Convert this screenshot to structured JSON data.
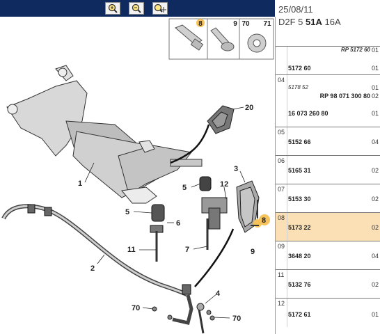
{
  "toolbar": {
    "bg": "#0f2a5e",
    "buttons": [
      {
        "name": "zoom-in-icon"
      },
      {
        "name": "zoom-out-icon"
      },
      {
        "name": "zoom-move-icon"
      }
    ]
  },
  "header": {
    "date": "25/08/11",
    "model_prefix": "D2F  5 ",
    "model_bold": "51A",
    "model_suffix": " 16A"
  },
  "thumbnails": [
    {
      "label": "8",
      "highlight": true
    },
    {
      "label": "9",
      "highlight": false
    },
    {
      "label": "70",
      "highlight": false
    },
    {
      "label": "71",
      "highlight": false
    }
  ],
  "callouts": [
    "20",
    "1",
    "3",
    "12",
    "5",
    "5",
    "6",
    "7",
    "8",
    "9",
    "11",
    "2",
    "4",
    "70",
    "70"
  ],
  "parts": [
    {
      "idx": "",
      "note": "RP 5172 60",
      "note_qty": "01",
      "ref": "5172 60",
      "qty": "01"
    },
    {
      "idx": "04",
      "alt": "5178 52",
      "alt_qty": "01",
      "alt2": "RP 98 071 300 80",
      "alt2_qty": "02",
      "ref": "16 073 260 80",
      "qty": "01"
    },
    {
      "idx": "05",
      "ref": "5152 66",
      "qty": "04"
    },
    {
      "idx": "06",
      "ref": "5165 31",
      "qty": "02"
    },
    {
      "idx": "07",
      "ref": "5153 30",
      "qty": "02"
    },
    {
      "idx": "08",
      "ref": "5173 22",
      "qty": "02",
      "selected": true
    },
    {
      "idx": "09",
      "ref": "3648 20",
      "qty": "04"
    },
    {
      "idx": "11",
      "ref": "5132 76",
      "qty": "02"
    },
    {
      "idx": "12",
      "ref": "5172 61",
      "qty": "01"
    }
  ],
  "colors": {
    "highlight": "#fbe0b6",
    "badge": "#f6c25b"
  }
}
